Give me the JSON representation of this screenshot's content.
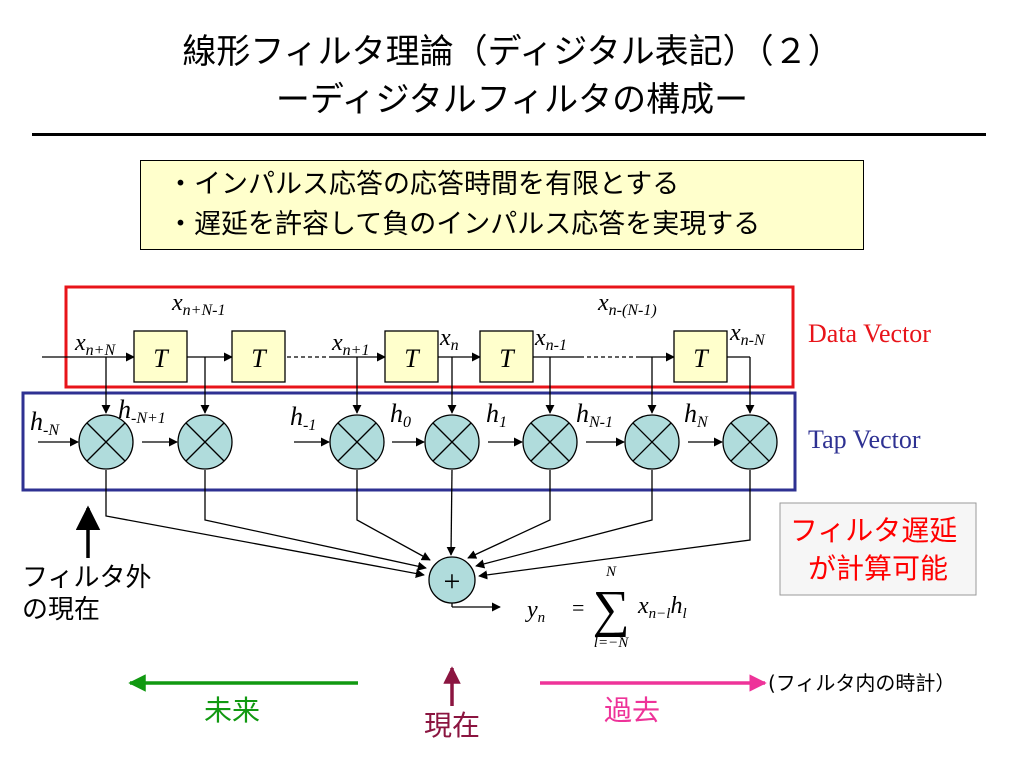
{
  "title": {
    "line1": "線形フィルタ理論（ディジタル表記）（２）",
    "line2": "ーディジタルフィルタの構成ー"
  },
  "bullets": [
    "・インパルス応答の応答時間を有限とする",
    "・遅延を許容して負のインパルス応答を実現する"
  ],
  "diagram": {
    "delay_label": "T",
    "adder_label": "+",
    "data_vector_label": "Data Vector",
    "tap_vector_label": "Tap Vector",
    "data_signals": {
      "input": {
        "base": "x",
        "sub": "n+N"
      },
      "top_left": {
        "base": "x",
        "sub": "n+N-1"
      },
      "x_n_plus_1": {
        "base": "x",
        "sub": "n+1"
      },
      "x_n": {
        "base": "x",
        "sub": "n"
      },
      "x_n_minus_1": {
        "base": "x",
        "sub": "n-1"
      },
      "top_right": {
        "base": "x",
        "sub": "n-(N-1)"
      },
      "output": {
        "base": "x",
        "sub": "n-N"
      }
    },
    "taps": [
      {
        "base": "h",
        "sub": "-N"
      },
      {
        "base": "h",
        "sub": "-N+1"
      },
      {
        "base": "h",
        "sub": "-1"
      },
      {
        "base": "h",
        "sub": "0"
      },
      {
        "base": "h",
        "sub": "1"
      },
      {
        "base": "h",
        "sub": "N-1"
      },
      {
        "base": "h",
        "sub": "N"
      }
    ],
    "formula": {
      "lhs": "y",
      "lhs_sub": "n",
      "equals": "=",
      "sum_symbol": "∑",
      "sum_upper": "N",
      "sum_lower": "l=−N",
      "term_x": "x",
      "term_x_sub": "n−l",
      "term_h": "h",
      "term_h_sub": "l"
    },
    "filter_delay_note": {
      "line1": "フィルタ遅延",
      "line2": "が計算可能"
    },
    "outside_now": {
      "line1": "フィルタ外",
      "line2": "の現在"
    },
    "future_label": "未来",
    "now_label": "現在",
    "past_label": "過去",
    "clock_note": "(フィルタ内の時計）"
  },
  "colors": {
    "data_vector_border": "#e8141a",
    "tap_vector_border": "#2e3192",
    "delay_box_fill": "#ffffcc",
    "multiplier_fill": "#b0dcdc",
    "future_arrow": "#119911",
    "now_arrow": "#8b1540",
    "past_arrow": "#ee3399",
    "note_text": "#ff0000"
  }
}
